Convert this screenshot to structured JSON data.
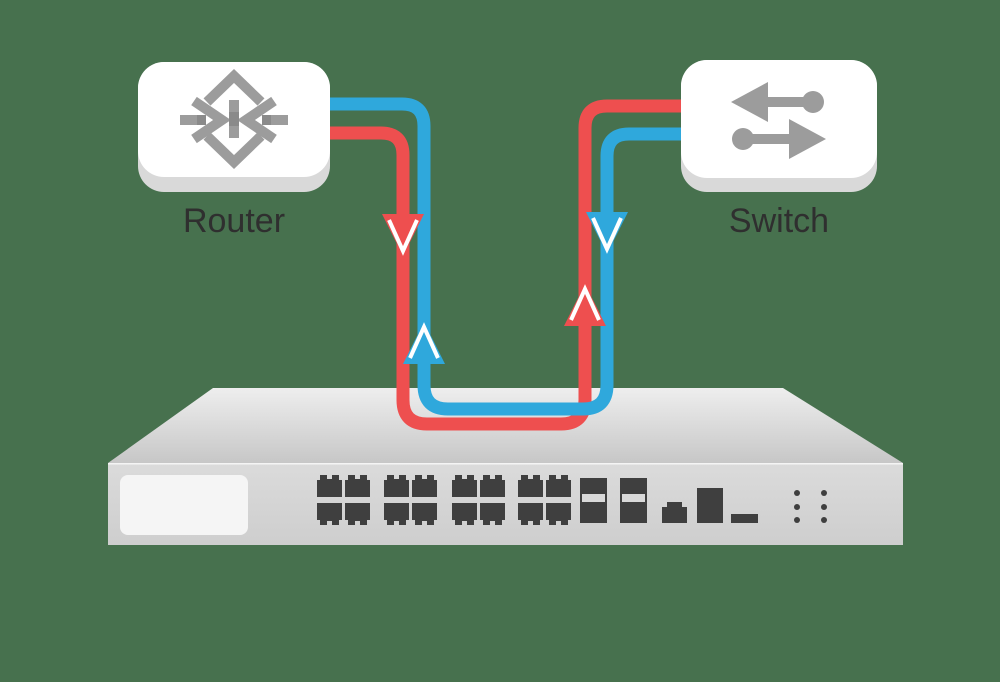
{
  "scene": {
    "background_color": "#47714E",
    "router": {
      "label": "Router"
    },
    "switch": {
      "label": "Switch"
    },
    "cables": {
      "red": {
        "color": "#EE4F4F",
        "from": "Router",
        "to": "Switch",
        "left_arrow": "down",
        "right_arrow": "up"
      },
      "blue": {
        "color": "#2FA8DC",
        "from": "Switch",
        "to": "Router",
        "left_arrow": "up",
        "right_arrow": "down"
      }
    },
    "appliance": {
      "rj45_ports": 16,
      "rj45_port_pairs": 4,
      "sfp_ports": 2,
      "vent_dots": 6,
      "port_color": "#3F3F3F",
      "body_color": "#D5D5D5",
      "label_plate_color": "#F5F5F5"
    },
    "icon_color": "#9C9C9C",
    "icon_shade_color": "#8A8A8A",
    "label_color": "#2F2F2F",
    "box_face_color": "#FFFFFF",
    "box_lip_color": "#D9D9D9"
  }
}
